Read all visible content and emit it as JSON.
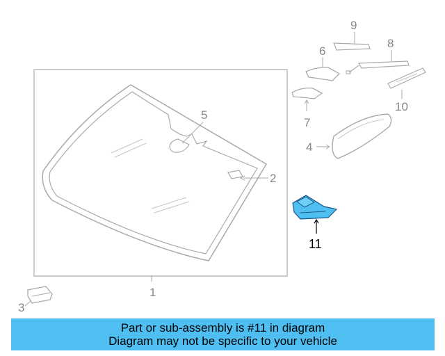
{
  "diagram": {
    "callouts": [
      "1",
      "2",
      "3",
      "4",
      "5",
      "6",
      "7",
      "8",
      "9",
      "10",
      "11"
    ],
    "highlighted_part": "11",
    "highlight_color": "#4fbff2",
    "line_color": "#aaaaaa"
  },
  "banner": {
    "line1": "Part or sub-assembly is #11 in diagram",
    "line2": "Diagram may not be specific to your vehicle",
    "color": "#4fbff2"
  }
}
